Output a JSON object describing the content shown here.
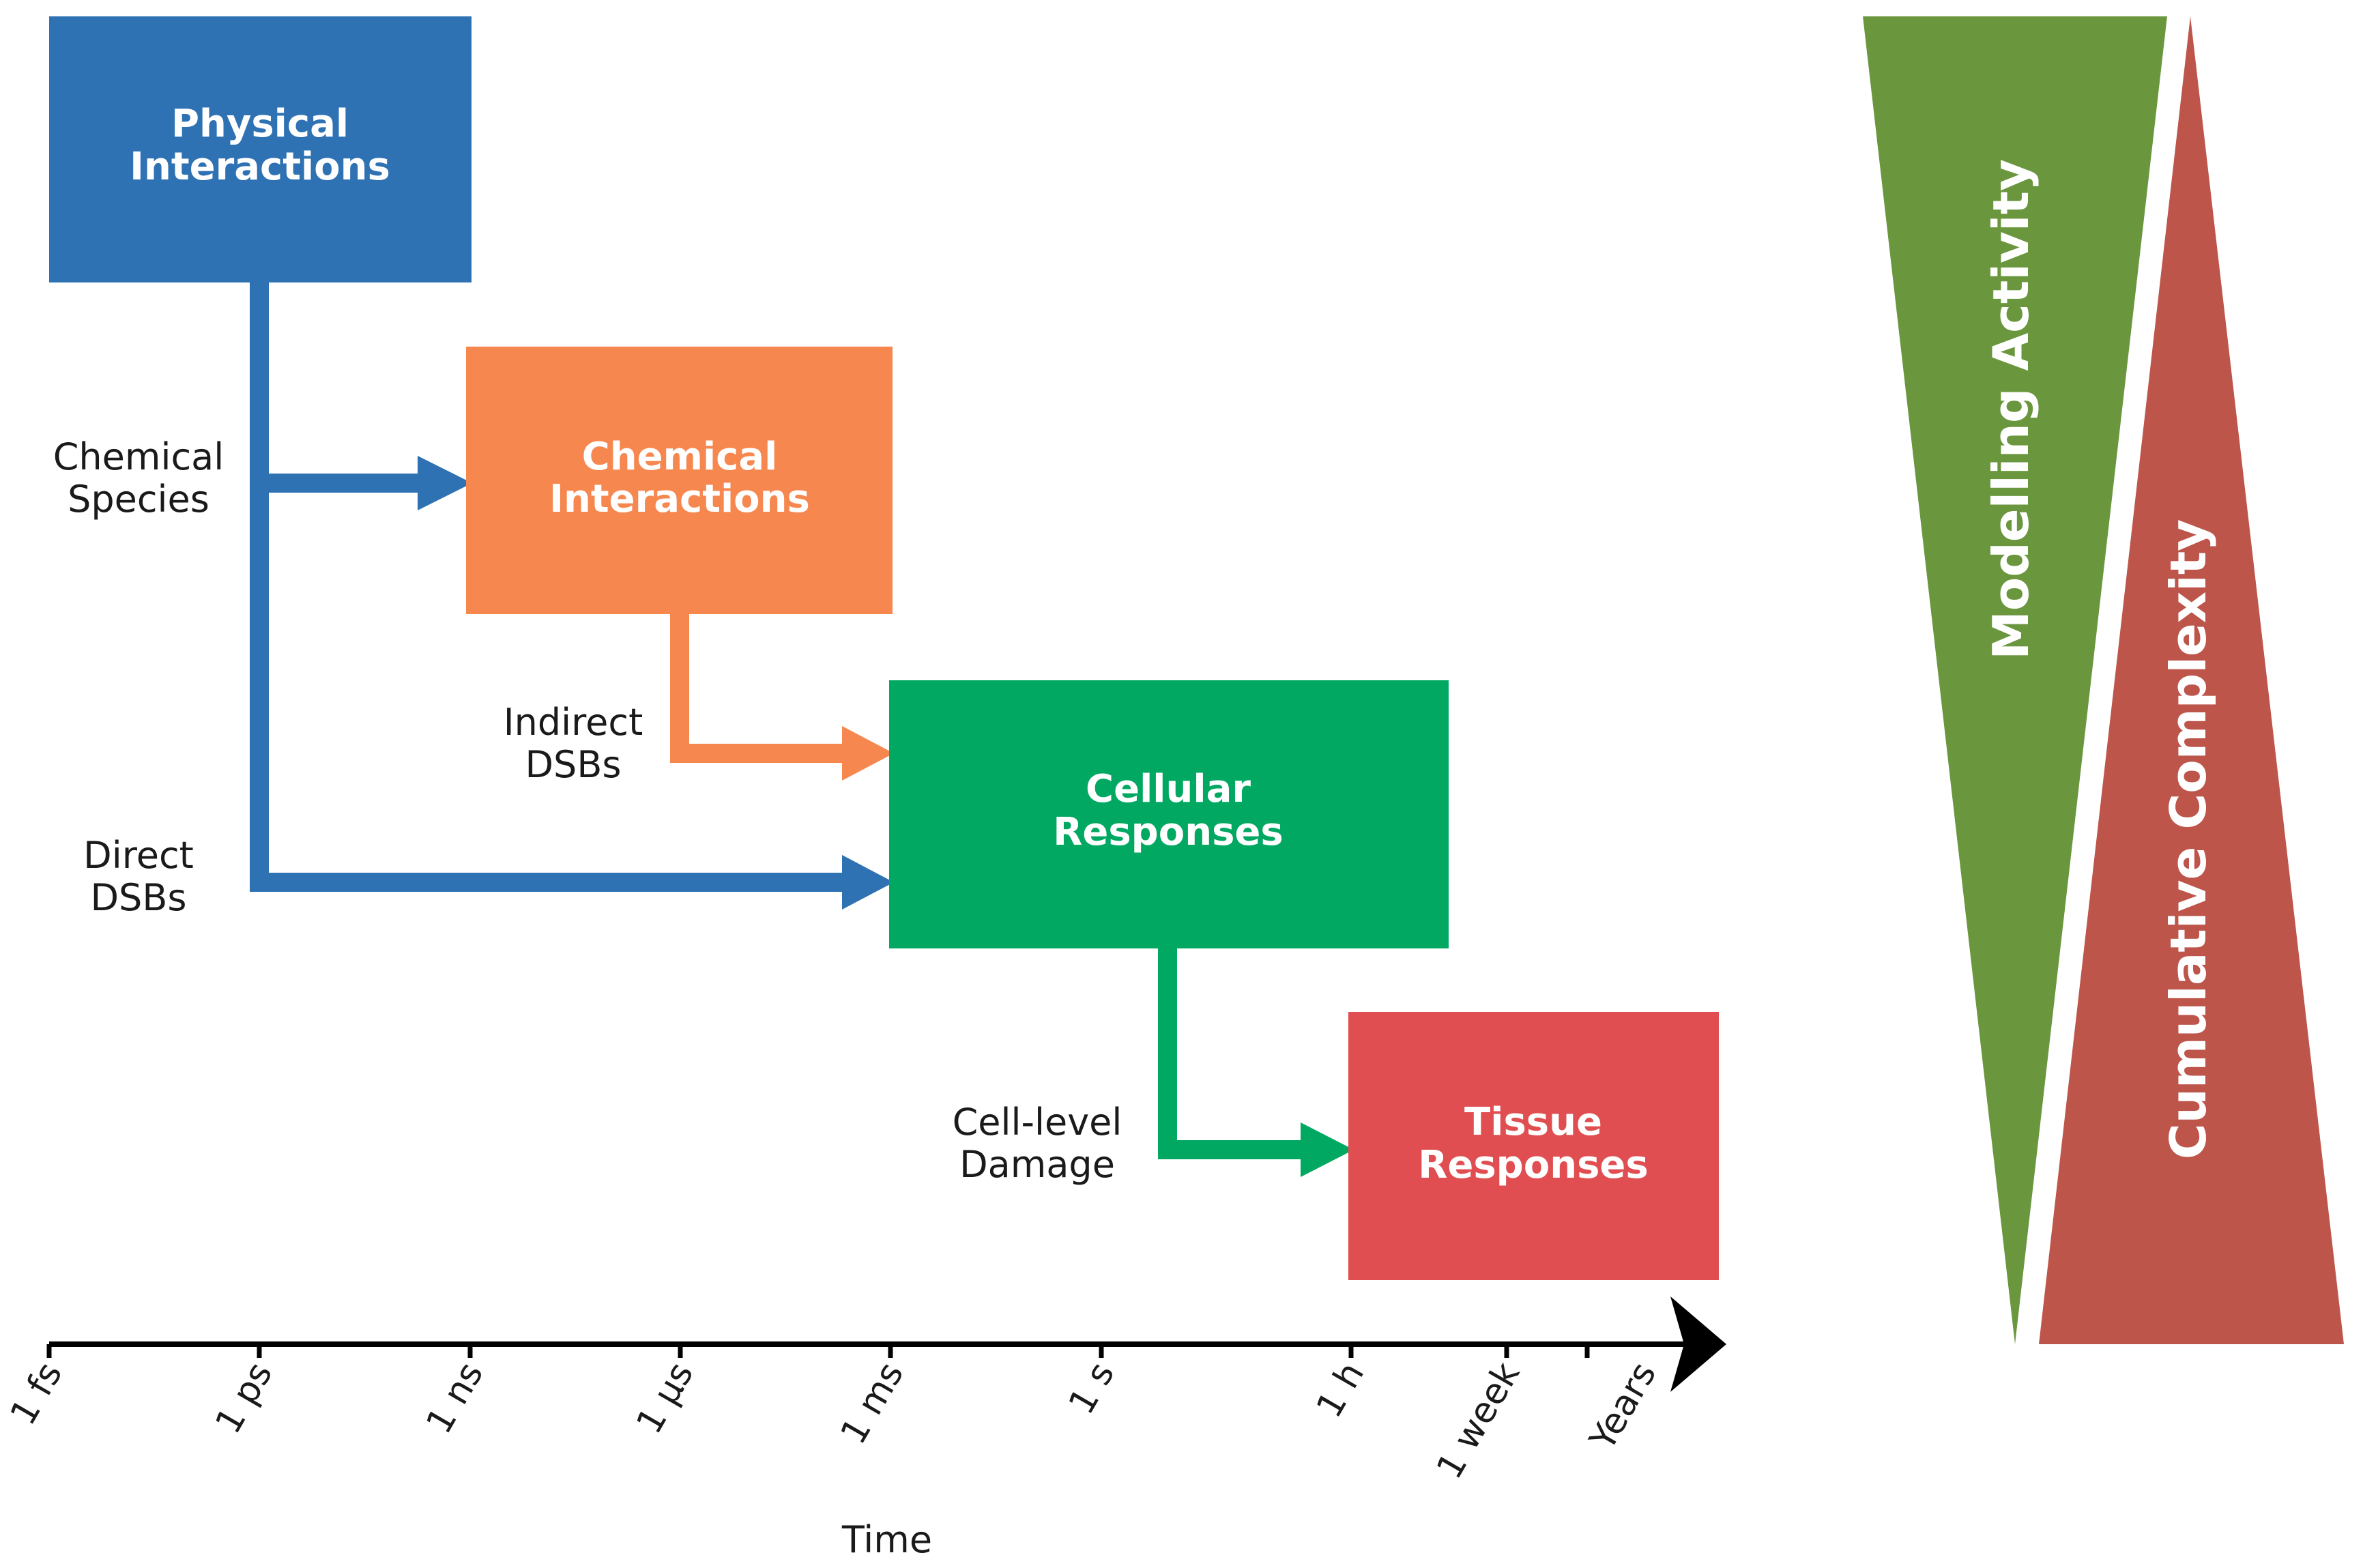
{
  "colors": {
    "physical": "#2f72b3",
    "chemical": "#f6874f",
    "cellular": "#00a862",
    "tissue": "#e04e51",
    "modelling": "#6a963e",
    "complexity": "#bd554b",
    "axis": "#000000"
  },
  "boxes": {
    "physical": {
      "line1": "Physical",
      "line2": "Interactions"
    },
    "chemical": {
      "line1": "Chemical",
      "line2": "Interactions"
    },
    "cellular": {
      "line1": "Cellular",
      "line2": "Responses"
    },
    "tissue": {
      "line1": "Tissue",
      "line2": "Responses"
    }
  },
  "connectors": {
    "chemical_species": {
      "line1": "Chemical",
      "line2": "Species"
    },
    "indirect_dsbs": {
      "line1": "Indirect",
      "line2": "DSBs"
    },
    "direct_dsbs": {
      "line1": "Direct",
      "line2": "DSBs"
    },
    "cell_level_damage": {
      "line1": "Cell-level",
      "line2": "Damage"
    }
  },
  "axis": {
    "title": "Time",
    "ticks": [
      "1 fs",
      "1 ps",
      "1 ns",
      "1 µs",
      "1 ms",
      "1 s",
      "1 h",
      "1 week",
      "Years"
    ]
  },
  "triangles": {
    "modelling": "Modelling Activity",
    "complexity": "Cumulative Complexity"
  }
}
